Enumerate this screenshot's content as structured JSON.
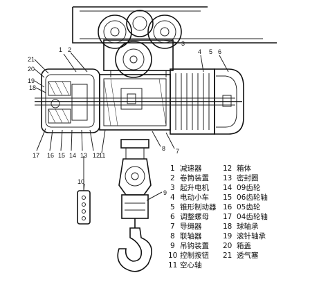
{
  "callouts": [
    "1",
    "2",
    "3",
    "4",
    "5",
    "6",
    "7",
    "8",
    "9",
    "10",
    "11",
    "12",
    "13",
    "14",
    "15",
    "16",
    "17",
    "18",
    "19",
    "20",
    "21"
  ],
  "legend": {
    "left": [
      {
        "num": "1",
        "text": "减速器"
      },
      {
        "num": "2",
        "text": "卷筒装置"
      },
      {
        "num": "3",
        "text": "起升电机"
      },
      {
        "num": "4",
        "text": "电动小车"
      },
      {
        "num": "5",
        "text": "锥形制动器"
      },
      {
        "num": "6",
        "text": "调整螺母"
      },
      {
        "num": "7",
        "text": "导绳器"
      },
      {
        "num": "8",
        "text": "联轴器"
      },
      {
        "num": "9",
        "text": "吊钩装置"
      },
      {
        "num": "10",
        "text": "控制按钮"
      },
      {
        "num": "11",
        "text": "空心轴"
      }
    ],
    "right": [
      {
        "num": "12",
        "text": "箱体"
      },
      {
        "num": "13",
        "text": "密封圈"
      },
      {
        "num": "14",
        "text": "09齿轮"
      },
      {
        "num": "15",
        "text": "06齿轮轴"
      },
      {
        "num": "16",
        "text": "05齿轮"
      },
      {
        "num": "17",
        "text": "04齿轮轴"
      },
      {
        "num": "18",
        "text": "球轴承"
      },
      {
        "num": "19",
        "text": "滚针轴承"
      },
      {
        "num": "20",
        "text": "箱盖"
      },
      {
        "num": "21",
        "text": "透气塞"
      }
    ]
  }
}
